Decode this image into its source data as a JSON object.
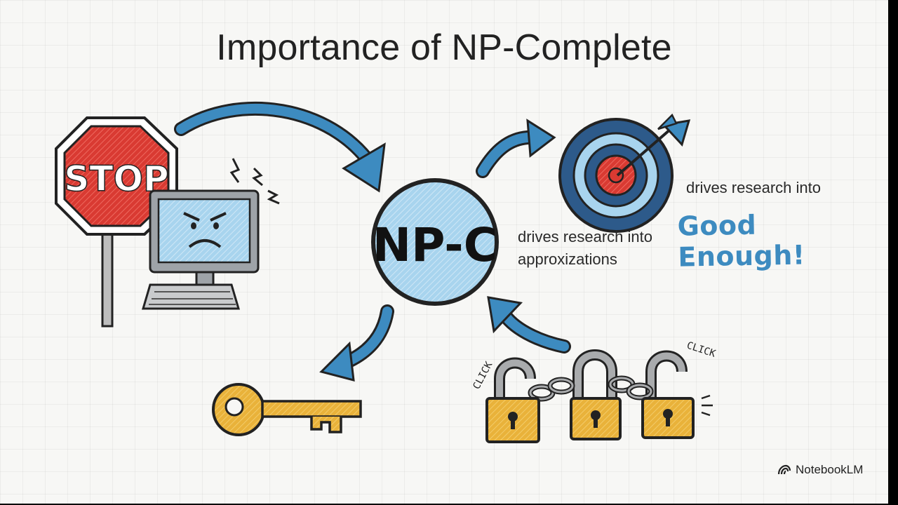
{
  "slide": {
    "title": "Importance of NP-Complete",
    "stop_sign_text": "STOP",
    "hub_label": "NP-C",
    "label_approximations_line1": "drives research into",
    "label_approximations_line2": "approxizations",
    "label_good_line1": "drives research into",
    "label_good_line2": "Good Enough!",
    "click_left": "CLICK",
    "click_right": "CLICK"
  },
  "branding": {
    "name": "NotebookLM"
  },
  "colors": {
    "arrow_blue": "#3d8bc0",
    "stop_red": "#d93a32",
    "screen_blue": "#a8d4ee",
    "lock_yellow": "#e9b23a",
    "target_navy": "#2d5a8a"
  }
}
